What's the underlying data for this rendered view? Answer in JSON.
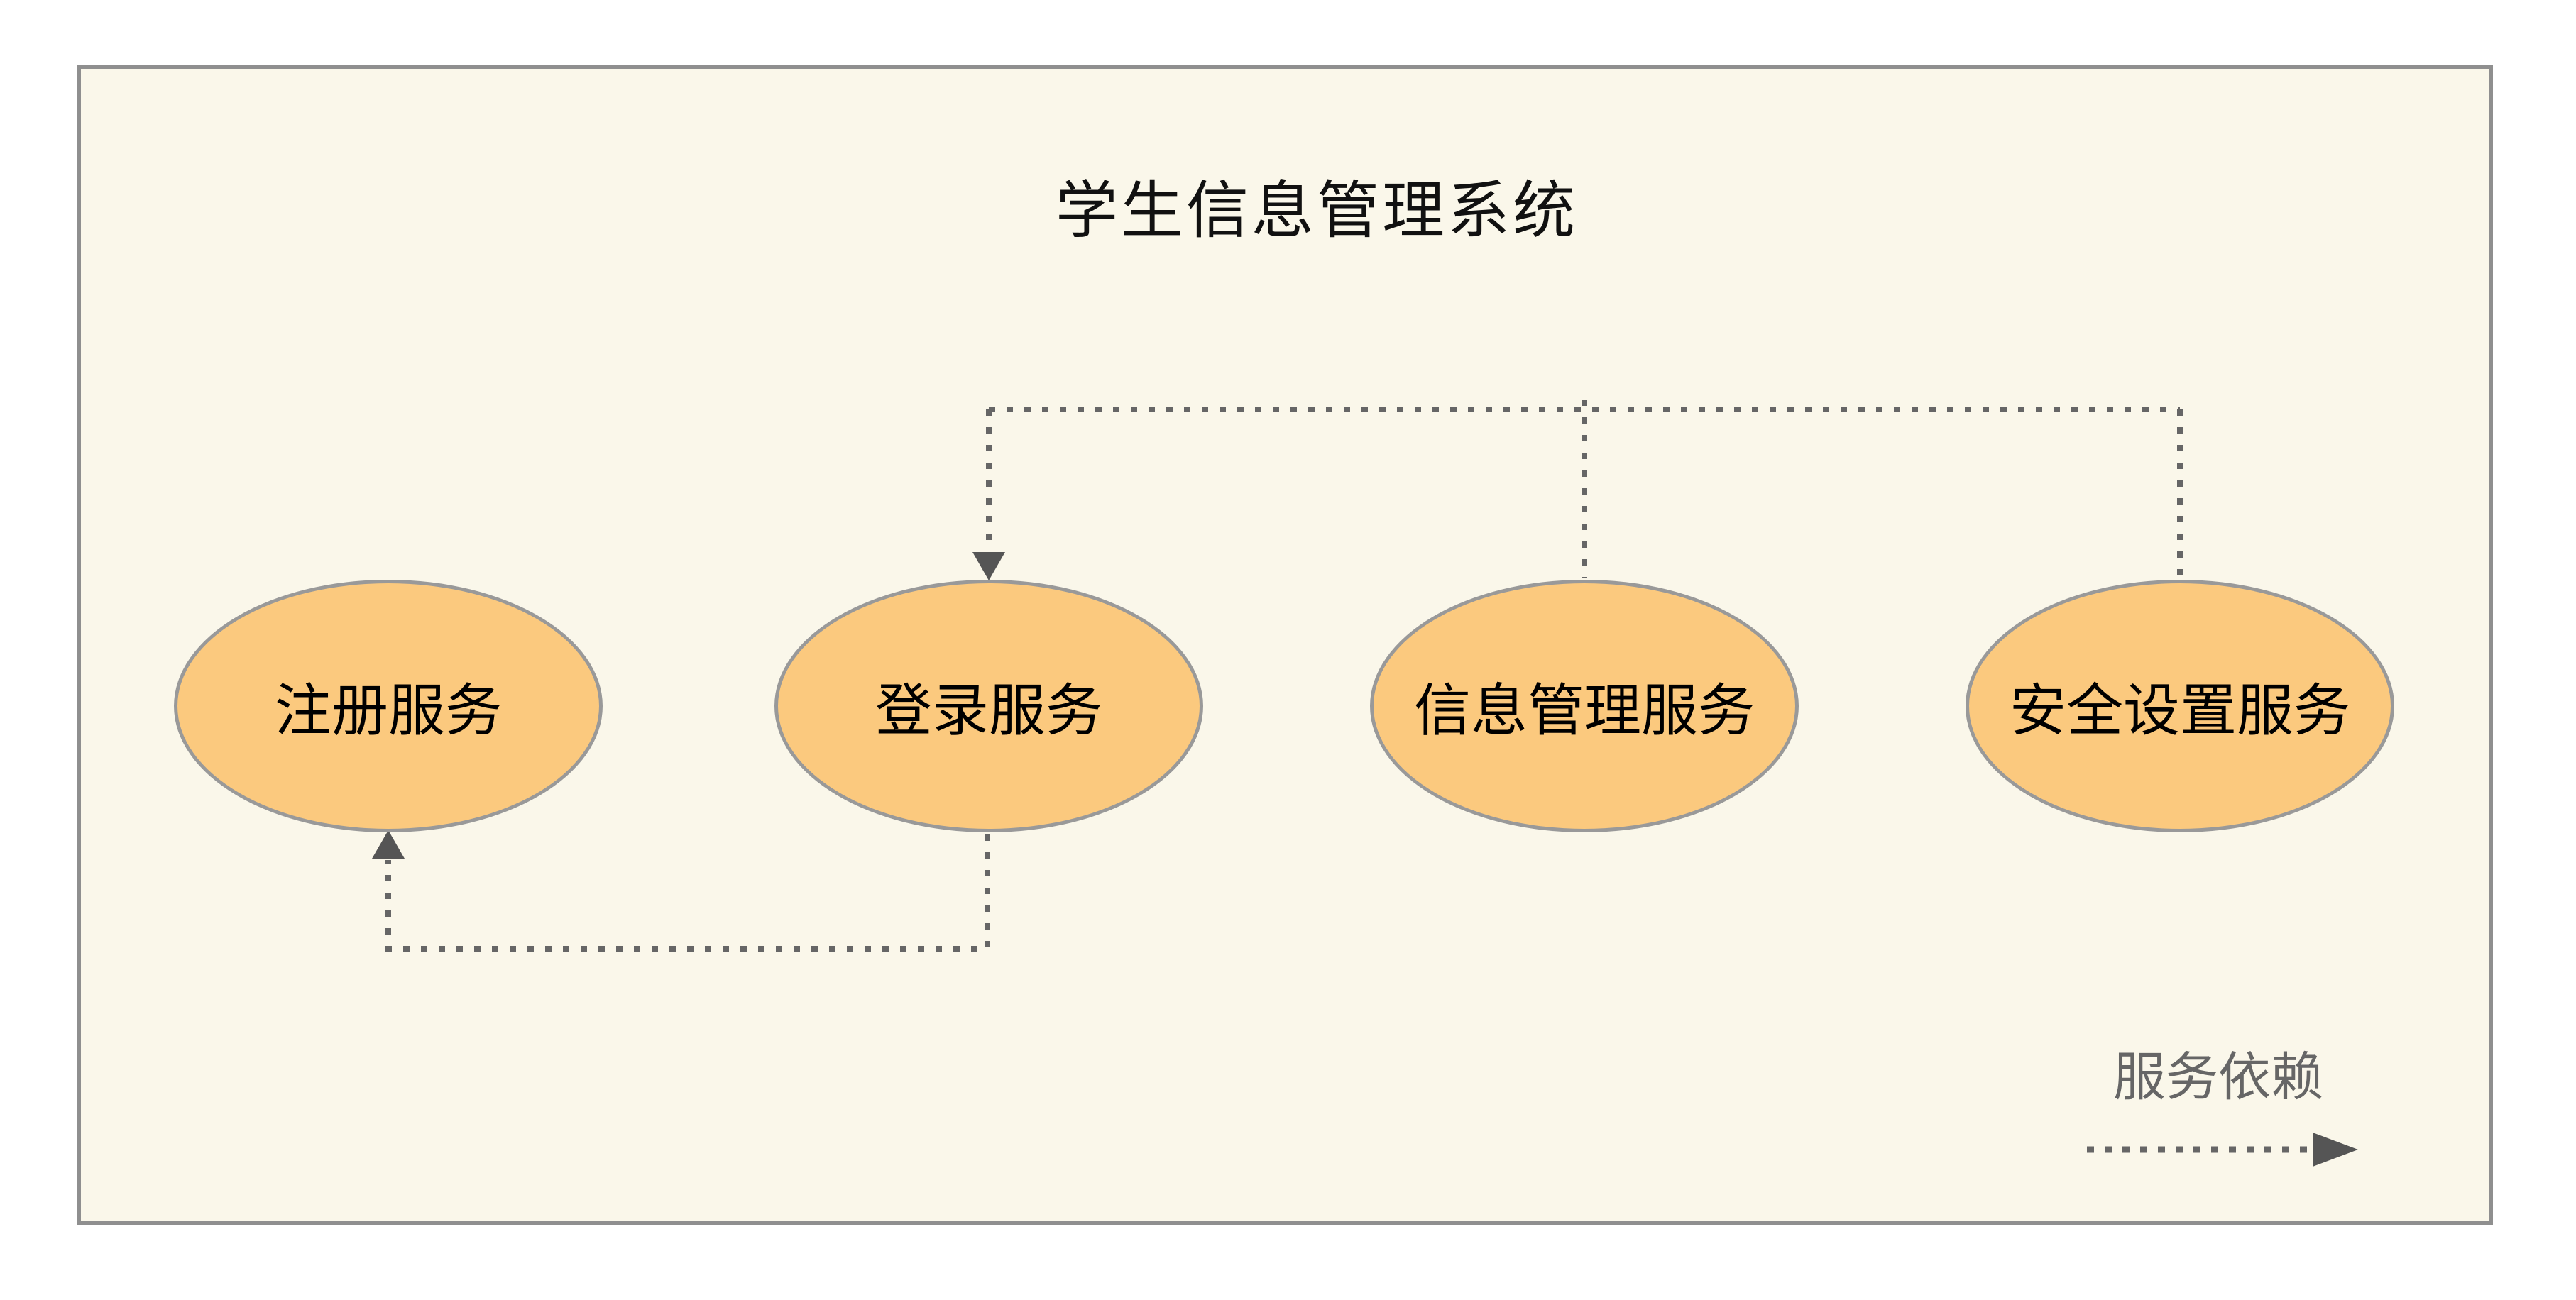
{
  "diagram": {
    "title": "学生信息管理系统",
    "nodes": [
      {
        "id": "register",
        "label": "注册服务",
        "shape": "ellipse"
      },
      {
        "id": "login",
        "label": "登录服务",
        "shape": "ellipse"
      },
      {
        "id": "info",
        "label": "信息管理服务",
        "shape": "ellipse"
      },
      {
        "id": "security",
        "label": "安全设置服务",
        "shape": "ellipse"
      }
    ],
    "edges": [
      {
        "from": "信息管理服务",
        "to": "登录服务",
        "style": "dotted-arrow"
      },
      {
        "from": "安全设置服务",
        "to": "登录服务",
        "style": "dotted-arrow"
      },
      {
        "from": "登录服务",
        "to": "注册服务",
        "style": "dotted-arrow"
      }
    ],
    "legend": {
      "label": "服务依赖",
      "line_style": "dotted-arrow"
    },
    "colors": {
      "node_fill": "#FBC97E",
      "node_stroke": "#999999",
      "background": "#FAF7EA",
      "frame_border": "#8F8F8F",
      "edge_line": "#666666",
      "arrowhead": "#555555",
      "title_text": "#111111",
      "legend_text": "#666666"
    }
  }
}
